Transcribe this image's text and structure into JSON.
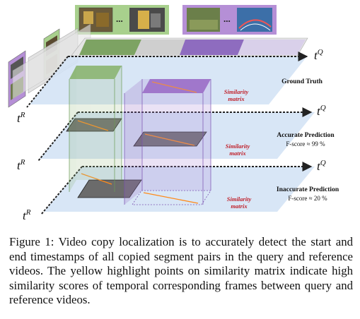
{
  "figure": {
    "axes": {
      "query": "t",
      "query_sup": "Q",
      "reference": "t",
      "reference_sup": "R"
    },
    "matrix_label": "Similarity matrix",
    "panels": [
      {
        "title": "Ground Truth",
        "metric": ""
      },
      {
        "title": "Accurate Prediction",
        "metric": "F-score ≈ 99 %"
      },
      {
        "title": "Inaccurate Prediction",
        "metric": "F-score ≈ 20 %"
      }
    ],
    "ellipsis": "...",
    "colors": {
      "plane": "#cfe0f4",
      "green_block": "#8fb87a",
      "purple_block": "#9b6fc6",
      "highlight": "#ff8a1a",
      "matrix_label": "#c0202a"
    }
  },
  "caption": {
    "text": "Figure 1: Video copy localization is to accurately detect the start and end timestamps of all copied segment pairs in the query and reference videos. The yellow highlight points on similarity matrix indicate high similarity scores of temporal corresponding frames between query and reference videos."
  }
}
